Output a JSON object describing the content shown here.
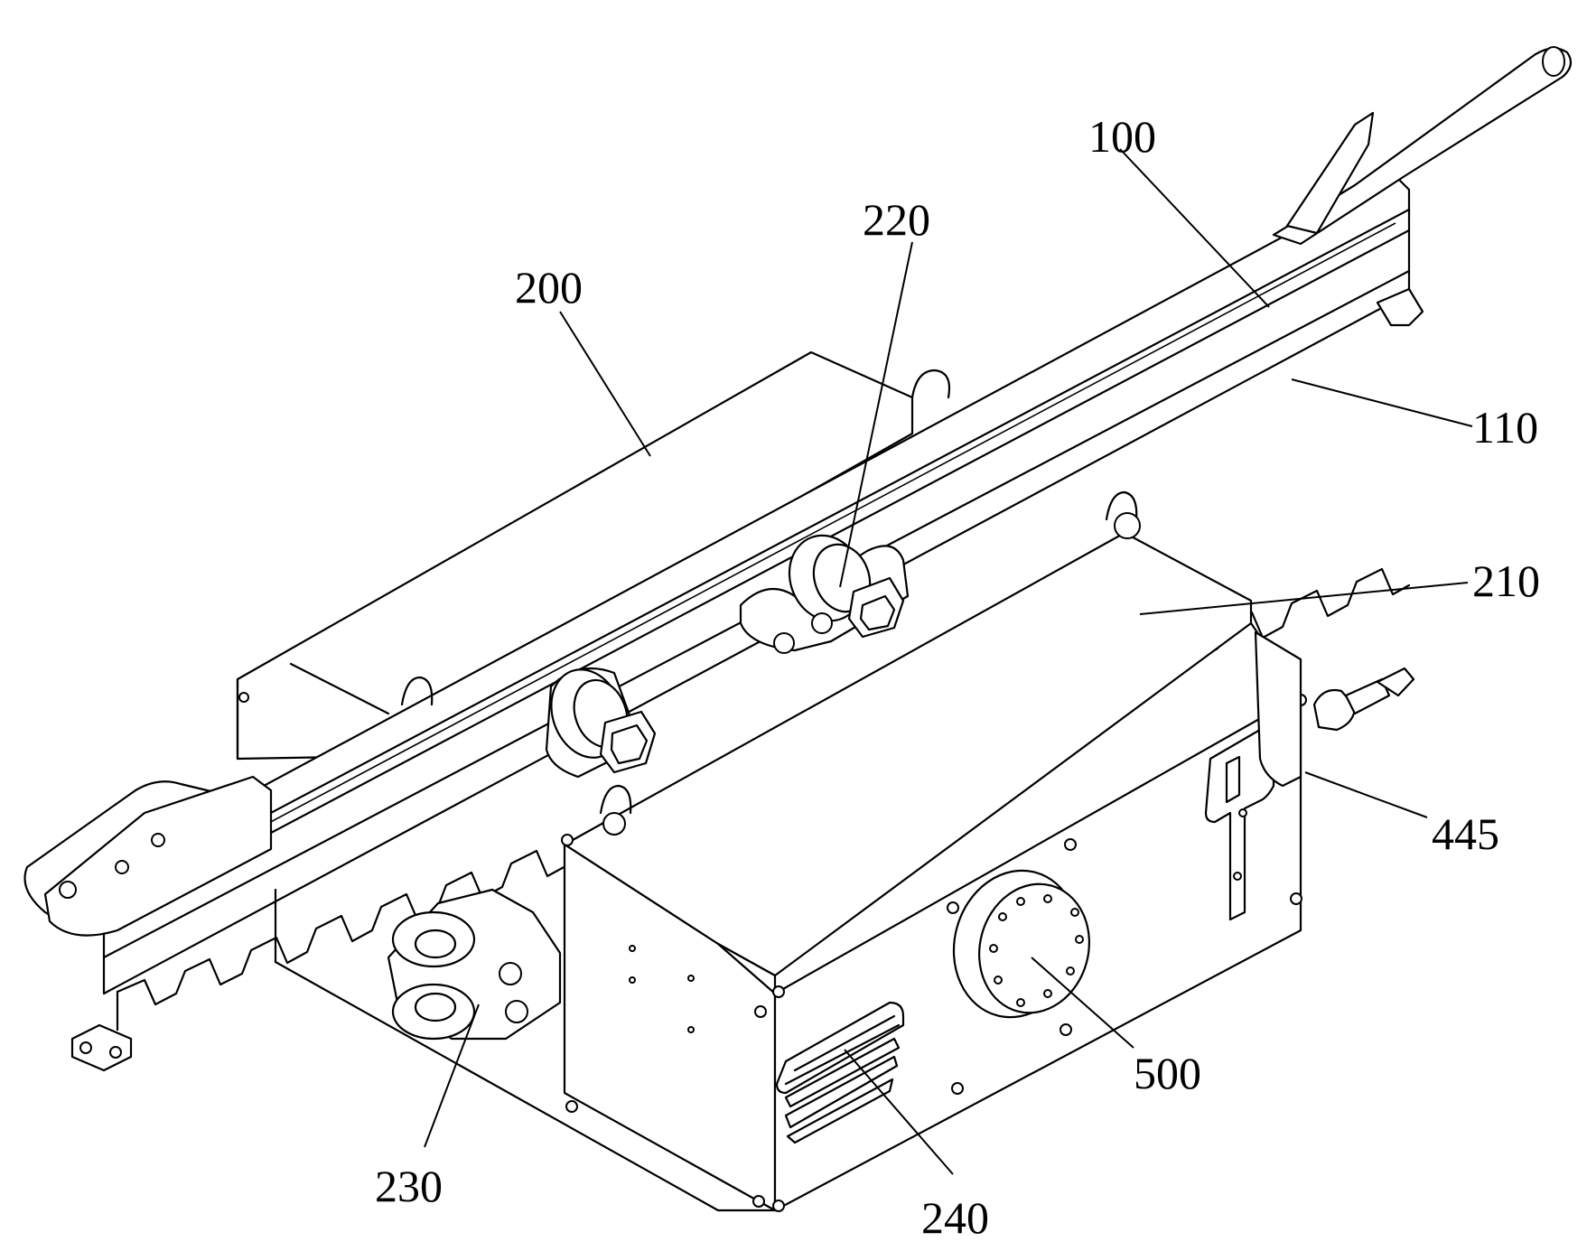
{
  "labels": {
    "l100": "100",
    "l110": "110",
    "l200": "200",
    "l210": "210",
    "l220": "220",
    "l230": "230",
    "l240": "240",
    "l445": "445",
    "l500": "500"
  }
}
